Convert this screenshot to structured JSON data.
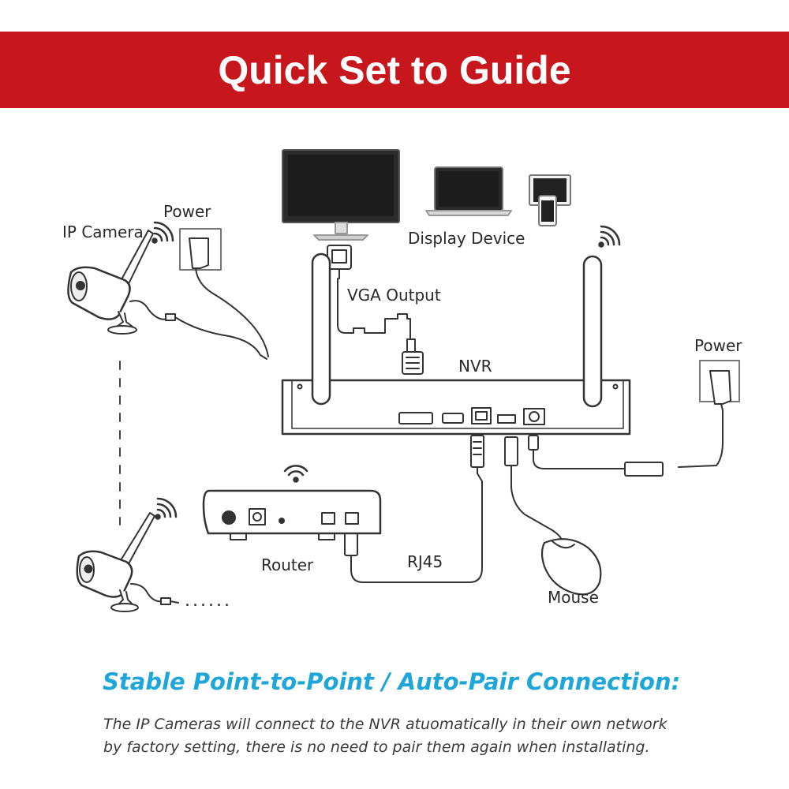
{
  "banner": {
    "title": "Quick Set to Guide",
    "color": "#c8161d"
  },
  "labels": {
    "ip_camera": "IP Camera",
    "power_left": "Power",
    "display_device": "Display Device",
    "vga_output": "VGA Output",
    "nvr": "NVR",
    "power_right": "Power",
    "router": "Router",
    "rj45": "RJ45",
    "mouse": "Mouse",
    "more": "......"
  },
  "footer": {
    "headline": "Stable Point-to-Point / Auto-Pair Connection:",
    "headline_color": "#1ea6d8",
    "description_line1": "The IP Cameras will connect to the NVR atuomatically in their own network",
    "description_line2": "by factory setting, there is no need to pair them again when installating."
  }
}
